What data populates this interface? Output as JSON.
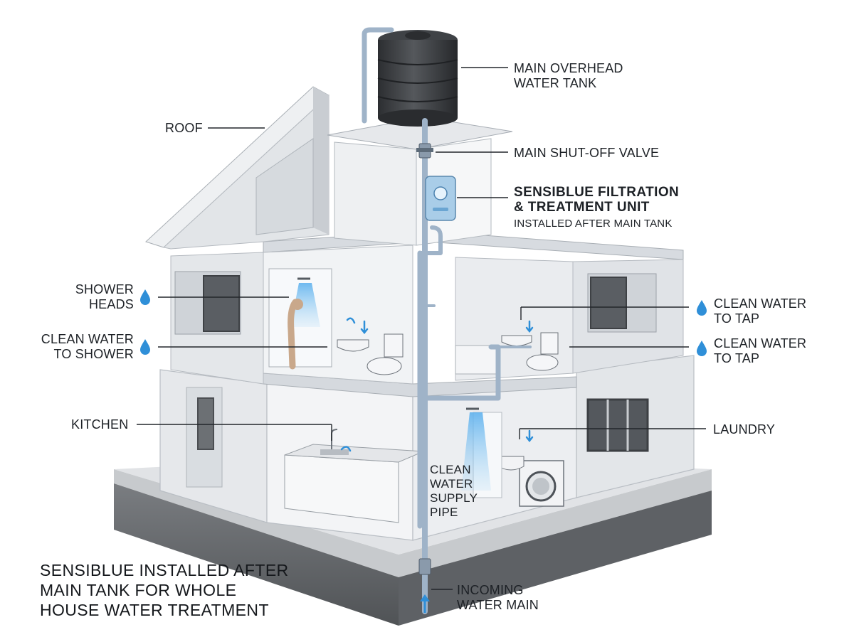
{
  "labels": {
    "main_tank": [
      "MAIN OVERHEAD",
      "WATER TANK"
    ],
    "roof": "ROOF",
    "shutoff": "MAIN SHUT-OFF VALVE",
    "unit_title": [
      "SENSIBLUE FILTRATION",
      "& TREATMENT UNIT"
    ],
    "unit_sub": "INSTALLED AFTER MAIN TANK",
    "shower_heads": [
      "SHOWER",
      "HEADS"
    ],
    "clean_shower": [
      "CLEAN WATER",
      "TO SHOWER"
    ],
    "tap1": [
      "CLEAN WATER",
      "TO TAP"
    ],
    "tap2": [
      "CLEAN WATER",
      "TO TAP"
    ],
    "kitchen": "KITCHEN",
    "laundry": "LAUNDRY",
    "supply_pipe": [
      "CLEAN",
      "WATER",
      "SUPPLY",
      "PIPE"
    ],
    "incoming": [
      "INCOMING",
      "WATER MAIN"
    ]
  },
  "caption": [
    "SENSIBLUE INSTALLED AFTER",
    "MAIN TANK FOR WHOLE",
    "HOUSE  WATER TREATMENT"
  ],
  "icons": {
    "water_drop": "water-drop-icon",
    "flow_arrow": "arrow-up-icon"
  },
  "colors": {
    "pipe": "#9fb3c8",
    "water_blue": "#2f8fd8",
    "unit_blue": "#a9cde8",
    "tank": "#3a3d41",
    "wall": "#eceef1",
    "wall_shade": "#d3d7dc",
    "base": "#6b6e72"
  }
}
